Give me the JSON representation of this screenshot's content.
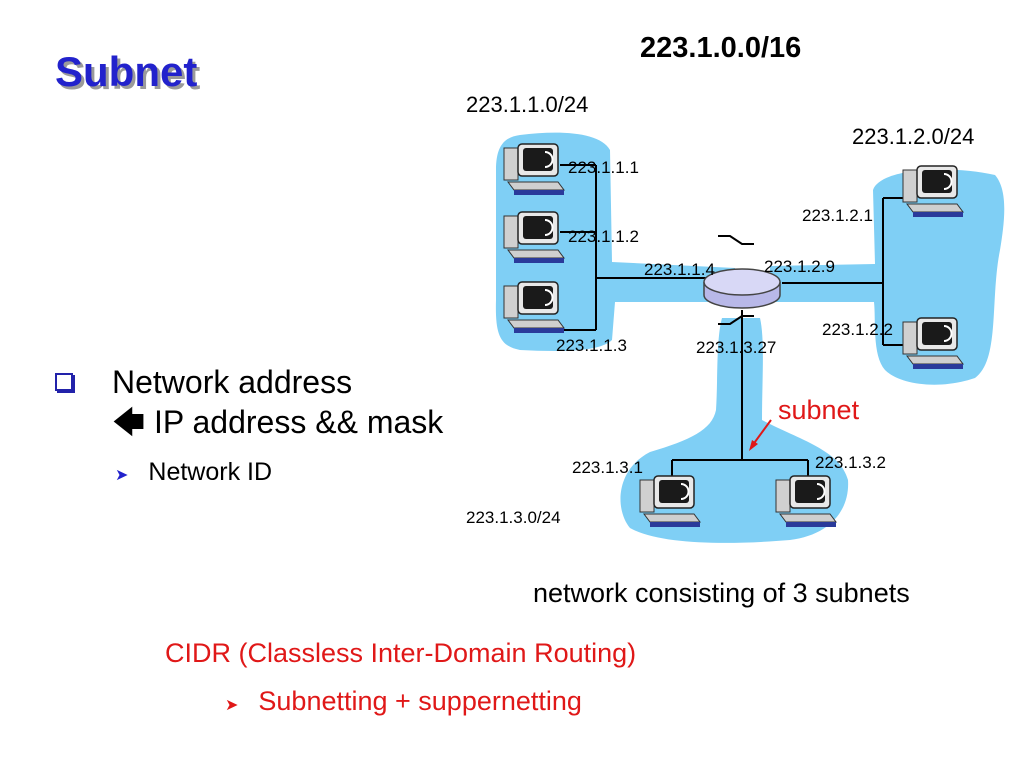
{
  "slide": {
    "title": "Subnet",
    "bullets": {
      "main_line1": "Network address",
      "main_line2_arrow": "🡄",
      "main_line2": "IP address && mask",
      "sub_marker": "➤",
      "sub": "Network ID"
    },
    "cidr": {
      "title": "CIDR (Classless Inter-Domain Routing)",
      "sub_marker": "➤",
      "sub": "Subnetting + suppernetting"
    }
  },
  "diagram": {
    "supernet": "223.1.0.0/16",
    "subnets": {
      "left": "223.1.1.0/24",
      "right": "223.1.2.0/24",
      "bottom": "223.1.3.0/24"
    },
    "hosts": {
      "h1": "223.1.1.1",
      "h2": "223.1.1.2",
      "h3": "223.1.1.3",
      "h4": "223.1.2.1",
      "h5": "223.1.2.2",
      "h6": "223.1.3.1",
      "h7": "223.1.3.2"
    },
    "router_interfaces": {
      "left": "223.1.1.4",
      "right": "223.1.2.9",
      "bottom": "223.1.3.27"
    },
    "subnet_annotation": "subnet",
    "caption": "network consisting of 3 subnets",
    "colors": {
      "subnet_fill": "#7fcff5",
      "title_blue": "#2222cc",
      "red": "#e01818"
    }
  }
}
